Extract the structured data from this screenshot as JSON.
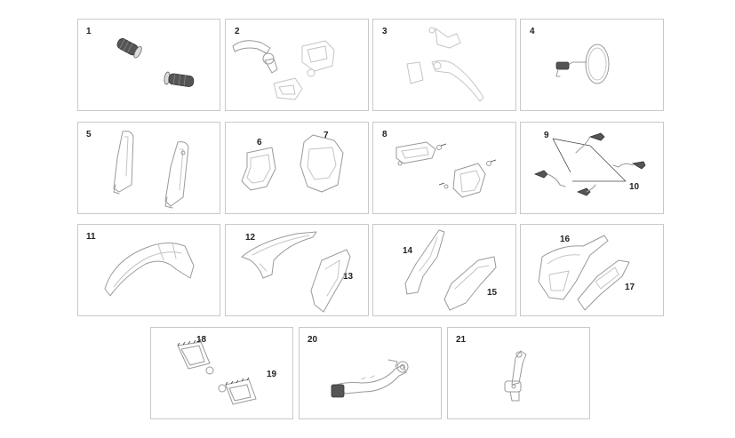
{
  "diagram": {
    "panels": [
      {
        "id": "p1",
        "labels": [
          "1"
        ]
      },
      {
        "id": "p2",
        "labels": [
          "2"
        ]
      },
      {
        "id": "p3",
        "labels": [
          "3"
        ]
      },
      {
        "id": "p4",
        "labels": [
          "4"
        ]
      },
      {
        "id": "p5",
        "labels": [
          "5"
        ]
      },
      {
        "id": "p6",
        "labels": [
          "6",
          "7"
        ]
      },
      {
        "id": "p8",
        "labels": [
          "8"
        ]
      },
      {
        "id": "p9",
        "labels": [
          "9",
          "10"
        ]
      },
      {
        "id": "p11",
        "labels": [
          "11"
        ]
      },
      {
        "id": "p12",
        "labels": [
          "12",
          "13"
        ]
      },
      {
        "id": "p14",
        "labels": [
          "14",
          "15"
        ]
      },
      {
        "id": "p16",
        "labels": [
          "16",
          "17"
        ]
      },
      {
        "id": "p18",
        "labels": [
          "18",
          "19"
        ]
      },
      {
        "id": "p20",
        "labels": [
          "20"
        ]
      },
      {
        "id": "p21",
        "labels": [
          "21"
        ]
      }
    ]
  }
}
